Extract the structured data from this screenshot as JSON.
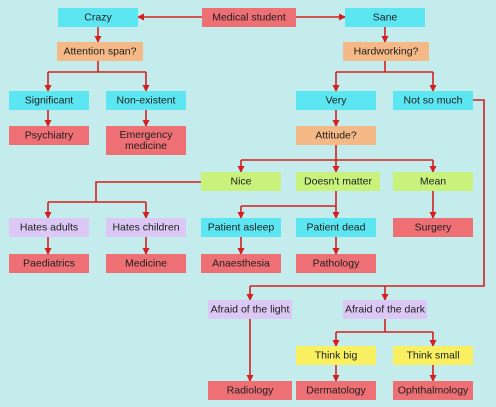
{
  "colors": {
    "background": "#c4ecec",
    "cyan": "#5ce6f2",
    "orange": "#f5b987",
    "red": "#ee6f74",
    "lavender": "#dcc8f4",
    "green": "#c8f27c",
    "yellow": "#f8f060",
    "line": "#d42020",
    "text": "#202020"
  },
  "nodes": {
    "medical_student": "Medical student",
    "crazy": "Crazy",
    "sane": "Sane",
    "attention_span": "Attention span?",
    "hardworking": "Hardworking?",
    "significant": "Significant",
    "non_existent": "Non-existent",
    "very": "Very",
    "not_so_much": "Not so much",
    "psychiatry": "Psychiatry",
    "emergency_medicine_1": "Emergency",
    "emergency_medicine_2": "medicine",
    "attitude": "Attitude?",
    "nice": "Nice",
    "doesnt_matter": "Doesn't matter",
    "mean": "Mean",
    "hates_adults": "Hates adults",
    "hates_children": "Hates children",
    "patient_asleep": "Patient asleep",
    "patient_dead": "Patient dead",
    "surgery": "Surgery",
    "paediatrics": "Paediatrics",
    "medicine": "Medicine",
    "anaesthesia": "Anaesthesia",
    "pathology": "Pathology",
    "afraid_light": "Afraid of the light",
    "afraid_dark": "Afraid of the dark",
    "think_big": "Think big",
    "think_small": "Think small",
    "radiology": "Radiology",
    "dermatology": "Dermatology",
    "ophthalmology": "Ophthalmology"
  }
}
